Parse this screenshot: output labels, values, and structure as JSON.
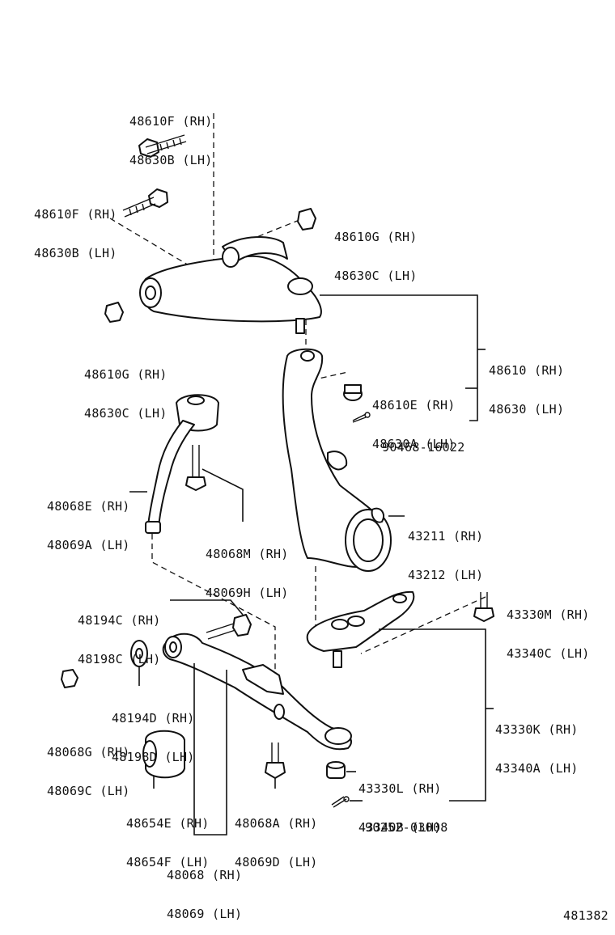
{
  "labels": {
    "bolt_upper_a": {
      "rh": "48610F (RH)",
      "lh": "48630B (LH)"
    },
    "bolt_upper_b": {
      "rh": "48610F (RH)",
      "lh": "48630B (LH)"
    },
    "nut_upper_right": {
      "rh": "48610G (RH)",
      "lh": "48630C (LH)"
    },
    "nut_upper_left": {
      "rh": "48610G (RH)",
      "lh": "48630C (LH)"
    },
    "upper_arm": {
      "rh": "48610 (RH)",
      "lh": "48630 (LH)"
    },
    "castle_nut": {
      "rh": "48610E (RH)",
      "lh": "48630A (LH)"
    },
    "cotter_pin_upper": "90468-16022",
    "strut_rod": {
      "rh": "48068E (RH)",
      "lh": "48069A (LH)"
    },
    "strut_bolt": {
      "rh": "48068M (RH)",
      "lh": "48069H (LH)"
    },
    "knuckle": {
      "rh": "43211 (RH)",
      "lh": "43212 (LH)"
    },
    "ball_joint_bolt": {
      "rh": "43330M (RH)",
      "lh": "43340C (LH)"
    },
    "cam_bolt": {
      "rh": "48194C (RH)",
      "lh": "48198C (LH)"
    },
    "cam_plate": {
      "rh": "48194D (RH)",
      "lh": "48198D (LH)"
    },
    "lower_nut": {
      "rh": "48068G (RH)",
      "lh": "48069C (LH)"
    },
    "ball_joint": {
      "rh": "43330K (RH)",
      "lh": "43340A (LH)"
    },
    "ball_joint_nut": {
      "rh": "43330L (RH)",
      "lh": "43340B (LH)"
    },
    "cotter_pin_lower": "90252-03008",
    "bushing": {
      "rh": "48654E (RH)",
      "lh": "48654F (LH)"
    },
    "lower_bolt": {
      "rh": "48068A (RH)",
      "lh": "48069D (LH)"
    },
    "lower_arm": {
      "rh": "48068 (RH)",
      "lh": "48069 (LH)"
    }
  },
  "diagram_id": "481382"
}
